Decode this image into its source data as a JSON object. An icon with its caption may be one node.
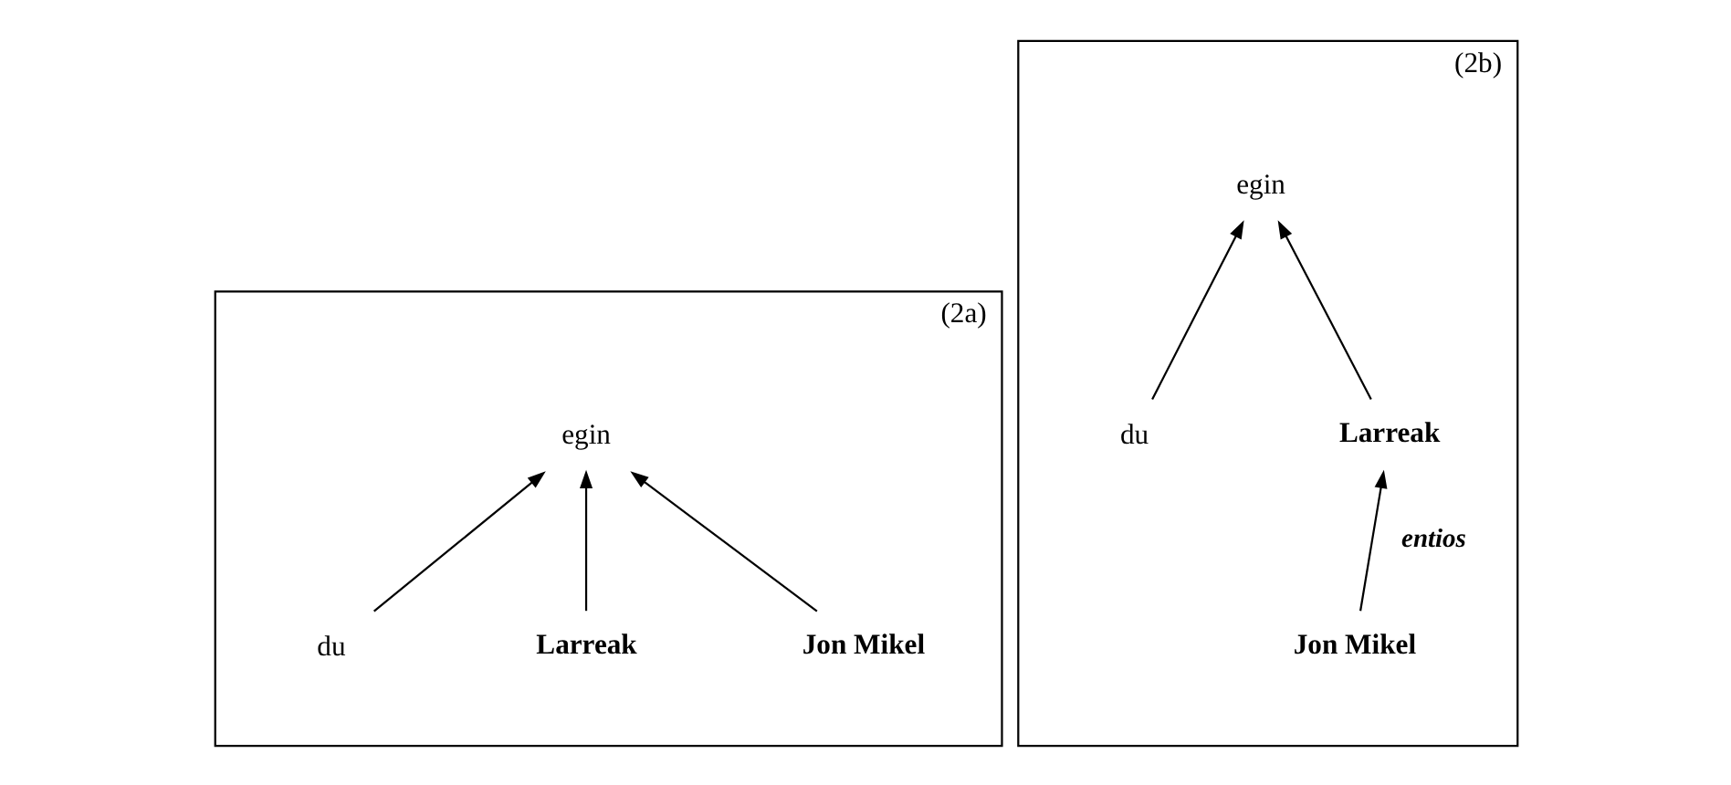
{
  "diagram": {
    "nodes": [
      {
        "text": [
          "(2a)"
        ]
      },
      {
        "text": [
          "egin"
        ],
        "in": 0
      },
      {
        "text": [
          "Jon Mikel"
        ],
        "in": 0
      },
      {
        "text": [
          "Larreak"
        ],
        "in": 0
      },
      {
        "text": [
          "du"
        ],
        "in": 0
      },
      {
        "text": [
          "(2b)"
        ]
      },
      {
        "text": [
          "egin"
        ],
        "in": 5
      },
      {
        "text": [
          "Larreak"
        ],
        "in": 5
      },
      {
        "text": [
          "Jon Mikel"
        ],
        "in": 5
      },
      {
        "text": [
          "du"
        ],
        "in": 5
      }
    ],
    "edges": [
      {
        "from": 2,
        "to": 1,
        "arrow": "to"
      },
      {
        "from": 3,
        "to": 1,
        "arrow": "to"
      },
      {
        "from": 4,
        "to": 1,
        "arrow": "to"
      },
      {
        "from": 7,
        "to": 6,
        "arrow": "to"
      },
      {
        "from": 9,
        "to": 6,
        "arrow": "to"
      },
      {
        "from": 8,
        "to": 7,
        "arrow": "to",
        "label": "entios"
      }
    ]
  }
}
